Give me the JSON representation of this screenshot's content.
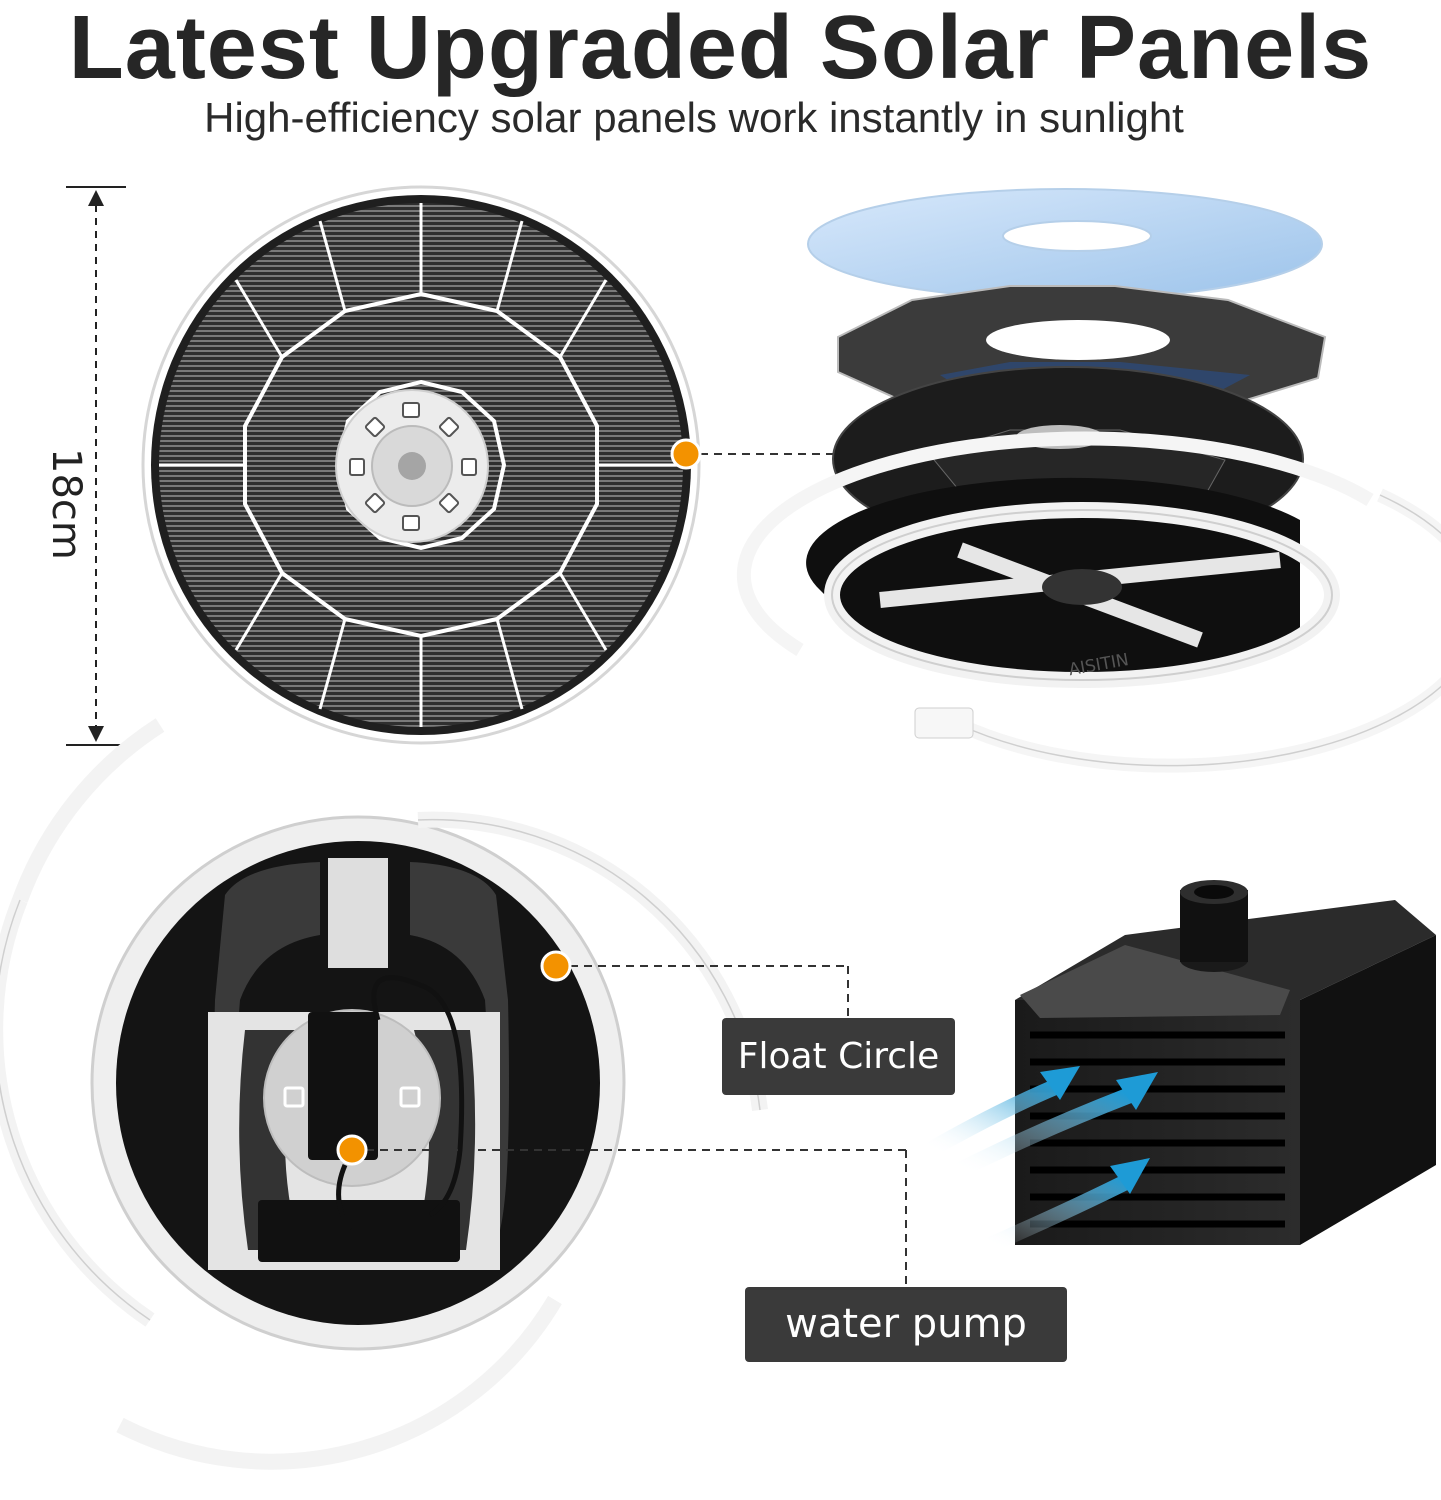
{
  "headline": "Latest Upgraded Solar Panels",
  "subheadline": "High-efficiency solar panels work instantly in sunlight",
  "dimension_label": "18cm",
  "callouts": {
    "float_circle": "Float Circle",
    "water_pump": "water pump"
  },
  "brand": "AISITIN",
  "colors": {
    "callout_dot": "#F39200",
    "tag_background": "#3A3A3A",
    "panel_dark": "#2B2B2B",
    "film_blue": "#BFD8F2",
    "flow_arrow": "#1E9BD6"
  }
}
